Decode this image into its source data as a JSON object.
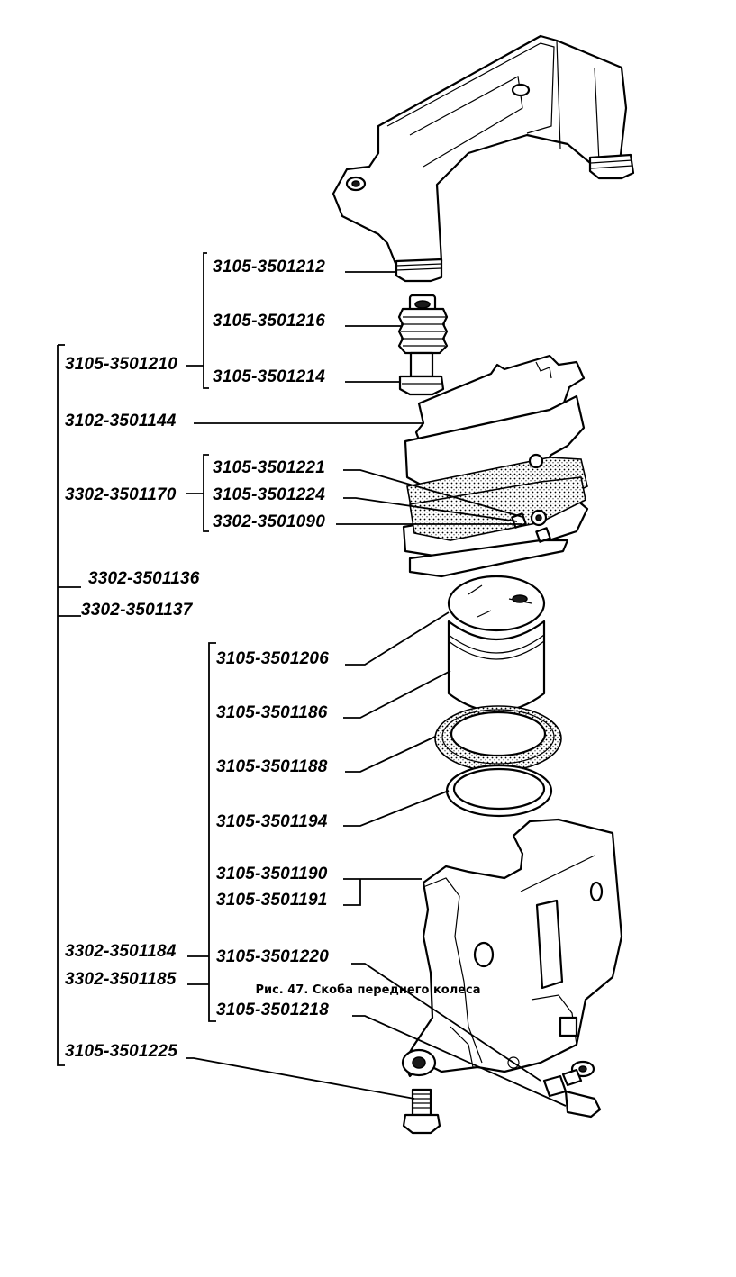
{
  "caption": "Рис. 47. Скоба переднего колеса",
  "labels": {
    "p3105_3501212": "3105-3501212",
    "p3105_3501216": "3105-3501216",
    "p3105_3501210": "3105-3501210",
    "p3105_3501214": "3105-3501214",
    "p3102_3501144": "3102-3501144",
    "p3105_3501221": "3105-3501221",
    "p3302_3501170": "3302-3501170",
    "p3105_3501224": "3105-3501224",
    "p3302_3501090": "3302-3501090",
    "p3302_3501136": "3302-3501136",
    "p3302_3501137": "3302-3501137",
    "p3105_3501206": "3105-3501206",
    "p3105_3501186": "3105-3501186",
    "p3105_3501188": "3105-3501188",
    "p3105_3501194": "3105-3501194",
    "p3105_3501190": "3105-3501190",
    "p3105_3501191": "3105-3501191",
    "p3302_3501184": "3302-3501184",
    "p3105_3501220": "3105-3501220",
    "p3302_3501185": "3302-3501185",
    "p3105_3501218": "3105-3501218",
    "p3105_3501225": "3105-3501225"
  }
}
